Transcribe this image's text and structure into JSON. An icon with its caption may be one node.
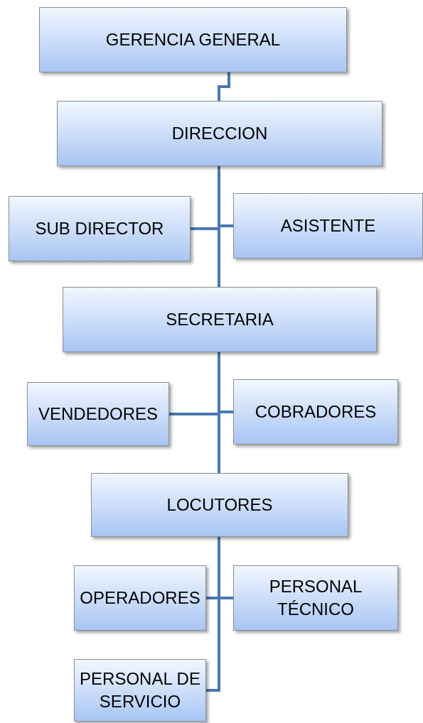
{
  "diagram": {
    "nodes": [
      {
        "text": [
          "GERENCIA GENERAL"
        ]
      },
      {
        "text": [
          "DIRECCION"
        ]
      },
      {
        "text": [
          "SUB DIRECTOR"
        ]
      },
      {
        "text": [
          "ASISTENTE"
        ]
      },
      {
        "text": [
          "SECRETARIA"
        ]
      },
      {
        "text": [
          "VENDEDORES"
        ]
      },
      {
        "text": [
          "COBRADORES"
        ]
      },
      {
        "text": [
          "LOCUTORES"
        ]
      },
      {
        "text": [
          "OPERADORES"
        ]
      },
      {
        "text": [
          "PERSONAL TÉCNICO"
        ]
      },
      {
        "text": [
          "PERSONAL DE SERVICIO"
        ]
      }
    ],
    "edges": [
      {
        "from": 0,
        "to": 1,
        "arrow": "none"
      },
      {
        "from": 1,
        "to": 2,
        "arrow": "none"
      },
      {
        "from": 1,
        "to": 3,
        "arrow": "none"
      },
      {
        "from": 1,
        "to": 4,
        "arrow": "none"
      },
      {
        "from": 4,
        "to": 5,
        "arrow": "none"
      },
      {
        "from": 4,
        "to": 6,
        "arrow": "none"
      },
      {
        "from": 4,
        "to": 7,
        "arrow": "none"
      },
      {
        "from": 7,
        "to": 8,
        "arrow": "none"
      },
      {
        "from": 7,
        "to": 9,
        "arrow": "none"
      },
      {
        "from": 7,
        "to": 10,
        "arrow": "none"
      }
    ]
  }
}
